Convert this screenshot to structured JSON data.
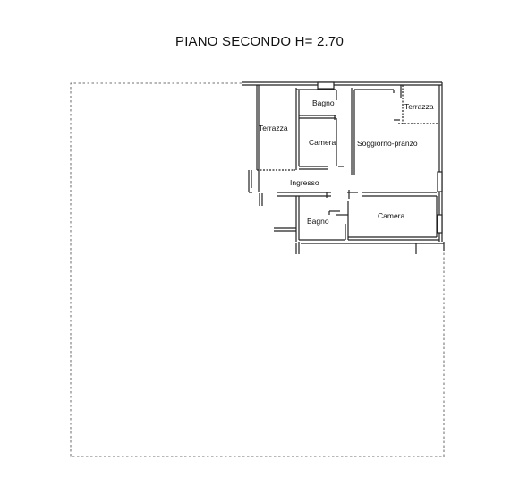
{
  "title": "PIANO SECONDO H= 2.70",
  "rooms": {
    "bagno_top": "Bagno",
    "terrazza_left": "Terrazza",
    "terrazza_right": "Terrazza",
    "camera_top": "Camera",
    "soggiorno": "Soggiorno-pranzo",
    "ingresso": "Ingresso",
    "bagno_bottom": "Bagno",
    "camera_bottom": "Camera"
  }
}
